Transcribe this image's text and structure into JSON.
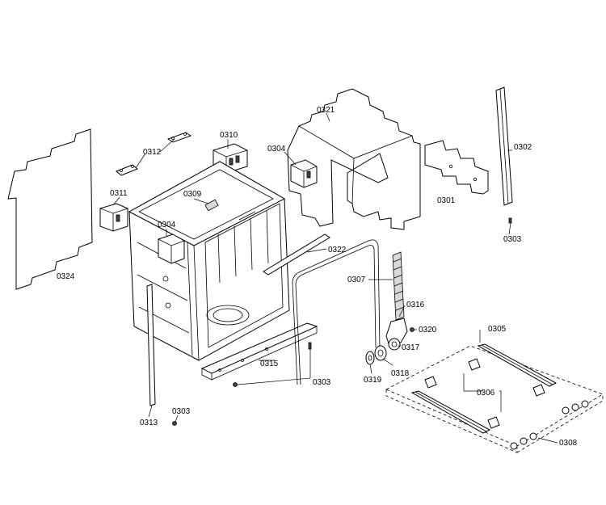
{
  "callouts": [
    {
      "id": "p0324",
      "text": "0324"
    },
    {
      "id": "p0312",
      "text": "0312"
    },
    {
      "id": "p0310",
      "text": "0310"
    },
    {
      "id": "p0311",
      "text": "0311"
    },
    {
      "id": "p0309",
      "text": "0309"
    },
    {
      "id": "p0304a",
      "text": "0304"
    },
    {
      "id": "p0304b",
      "text": "0304"
    },
    {
      "id": "p0321",
      "text": "0321"
    },
    {
      "id": "p0302",
      "text": "0302"
    },
    {
      "id": "p0301",
      "text": "0301"
    },
    {
      "id": "p0303a",
      "text": "0303"
    },
    {
      "id": "p0322",
      "text": "0322"
    },
    {
      "id": "p0307",
      "text": "0307"
    },
    {
      "id": "p0316",
      "text": "0316"
    },
    {
      "id": "p0320",
      "text": "0320"
    },
    {
      "id": "p0317",
      "text": "0317"
    },
    {
      "id": "p0318",
      "text": "0318"
    },
    {
      "id": "p0319",
      "text": "0319"
    },
    {
      "id": "p0315",
      "text": "0315"
    },
    {
      "id": "p0303b",
      "text": "0303"
    },
    {
      "id": "p0303c",
      "text": "0303"
    },
    {
      "id": "p0313",
      "text": "0313"
    },
    {
      "id": "p0305",
      "text": "0305"
    },
    {
      "id": "p0306",
      "text": "0306"
    },
    {
      "id": "p0308",
      "text": "0308"
    }
  ]
}
